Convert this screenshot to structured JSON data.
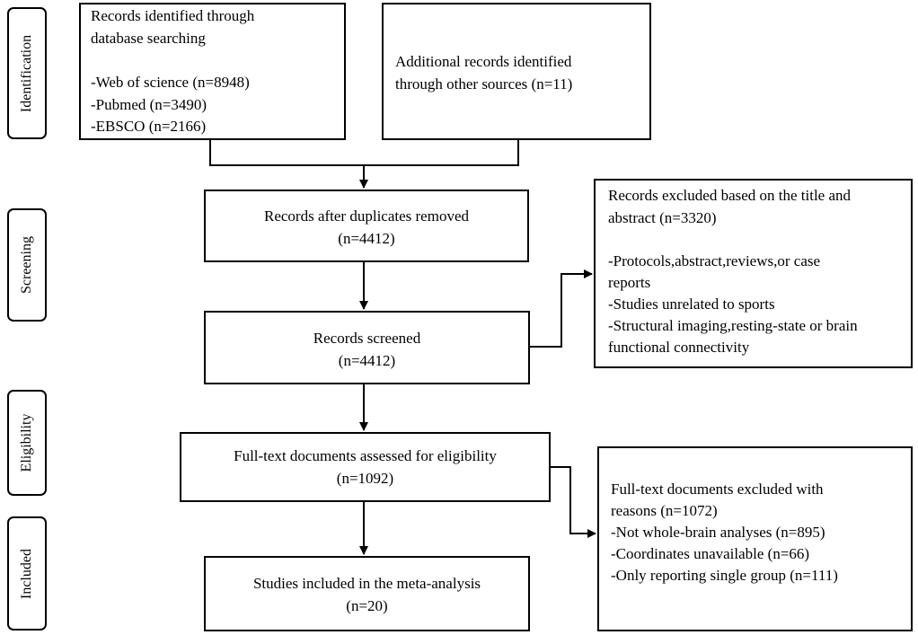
{
  "stages": [
    "Identification",
    "Screening",
    "Eligibility",
    "Included"
  ],
  "boxes": {
    "database": [
      "Records identified through",
      "database searching",
      "",
      "-Web of science (n=8948)",
      "-Pubmed (n=3490)",
      "-EBSCO (n=2166)"
    ],
    "additional": [
      "Additional records identified",
      "through other sources (n=11)"
    ],
    "duplicates": [
      "Records after duplicates removed",
      "(n=4412)"
    ],
    "screened": [
      "Records screened",
      "(n=4412)"
    ],
    "excluded_title": [
      "Records excluded based on the title and",
      "abstract (n=3320)",
      "",
      "-Protocols,abstract,reviews,or case",
      "reports",
      "-Studies unrelated to sports",
      "-Structural imaging,resting-state or brain",
      "functional connectivity"
    ],
    "fulltext": [
      "Full-text documents assessed for eligibility",
      "(n=1092)"
    ],
    "fulltext_excluded": [
      "Full-text documents excluded with",
      "reasons (n=1072)",
      "-Not whole-brain analyses (n=895)",
      "-Coordinates unavailable (n=66)",
      "-Only reporting single group (n=111)"
    ],
    "included": [
      "Studies included in the meta-analysis",
      "(n=20)"
    ]
  }
}
